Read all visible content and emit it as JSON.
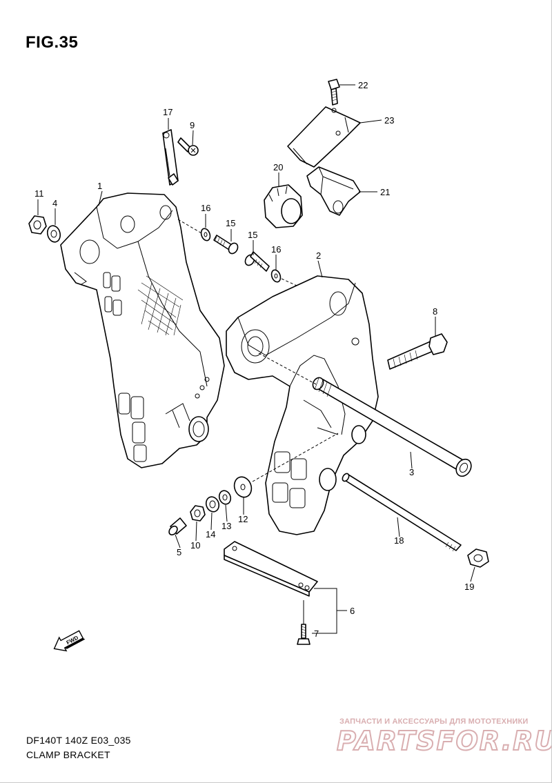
{
  "figure": {
    "title": "FIG.35",
    "model_code": "DF140T 140Z E03_035",
    "name": "CLAMP BRACKET"
  },
  "callouts": [
    {
      "id": "c1",
      "label": "1"
    },
    {
      "id": "c2",
      "label": "2"
    },
    {
      "id": "c3",
      "label": "3"
    },
    {
      "id": "c4",
      "label": "4"
    },
    {
      "id": "c5",
      "label": "5"
    },
    {
      "id": "c6",
      "label": "6"
    },
    {
      "id": "c7",
      "label": "7"
    },
    {
      "id": "c8",
      "label": "8"
    },
    {
      "id": "c9",
      "label": "9"
    },
    {
      "id": "c10",
      "label": "10"
    },
    {
      "id": "c11",
      "label": "11"
    },
    {
      "id": "c12",
      "label": "12"
    },
    {
      "id": "c13",
      "label": "13"
    },
    {
      "id": "c14",
      "label": "14"
    },
    {
      "id": "c15a",
      "label": "15"
    },
    {
      "id": "c15b",
      "label": "15"
    },
    {
      "id": "c16a",
      "label": "16"
    },
    {
      "id": "c16b",
      "label": "16"
    },
    {
      "id": "c17",
      "label": "17"
    },
    {
      "id": "c18",
      "label": "18"
    },
    {
      "id": "c19",
      "label": "19"
    },
    {
      "id": "c20",
      "label": "20"
    },
    {
      "id": "c21",
      "label": "21"
    },
    {
      "id": "c22",
      "label": "22"
    },
    {
      "id": "c23",
      "label": "23"
    }
  ],
  "fwd_badge": {
    "label": "FWD"
  },
  "watermark": {
    "tagline": "ЗАПЧАСТИ И АКСЕССУАРЫ ДЛЯ МОТОТЕХНИКИ",
    "brand": "PARTSFOR.RU",
    "color": "#d9aeb0"
  }
}
